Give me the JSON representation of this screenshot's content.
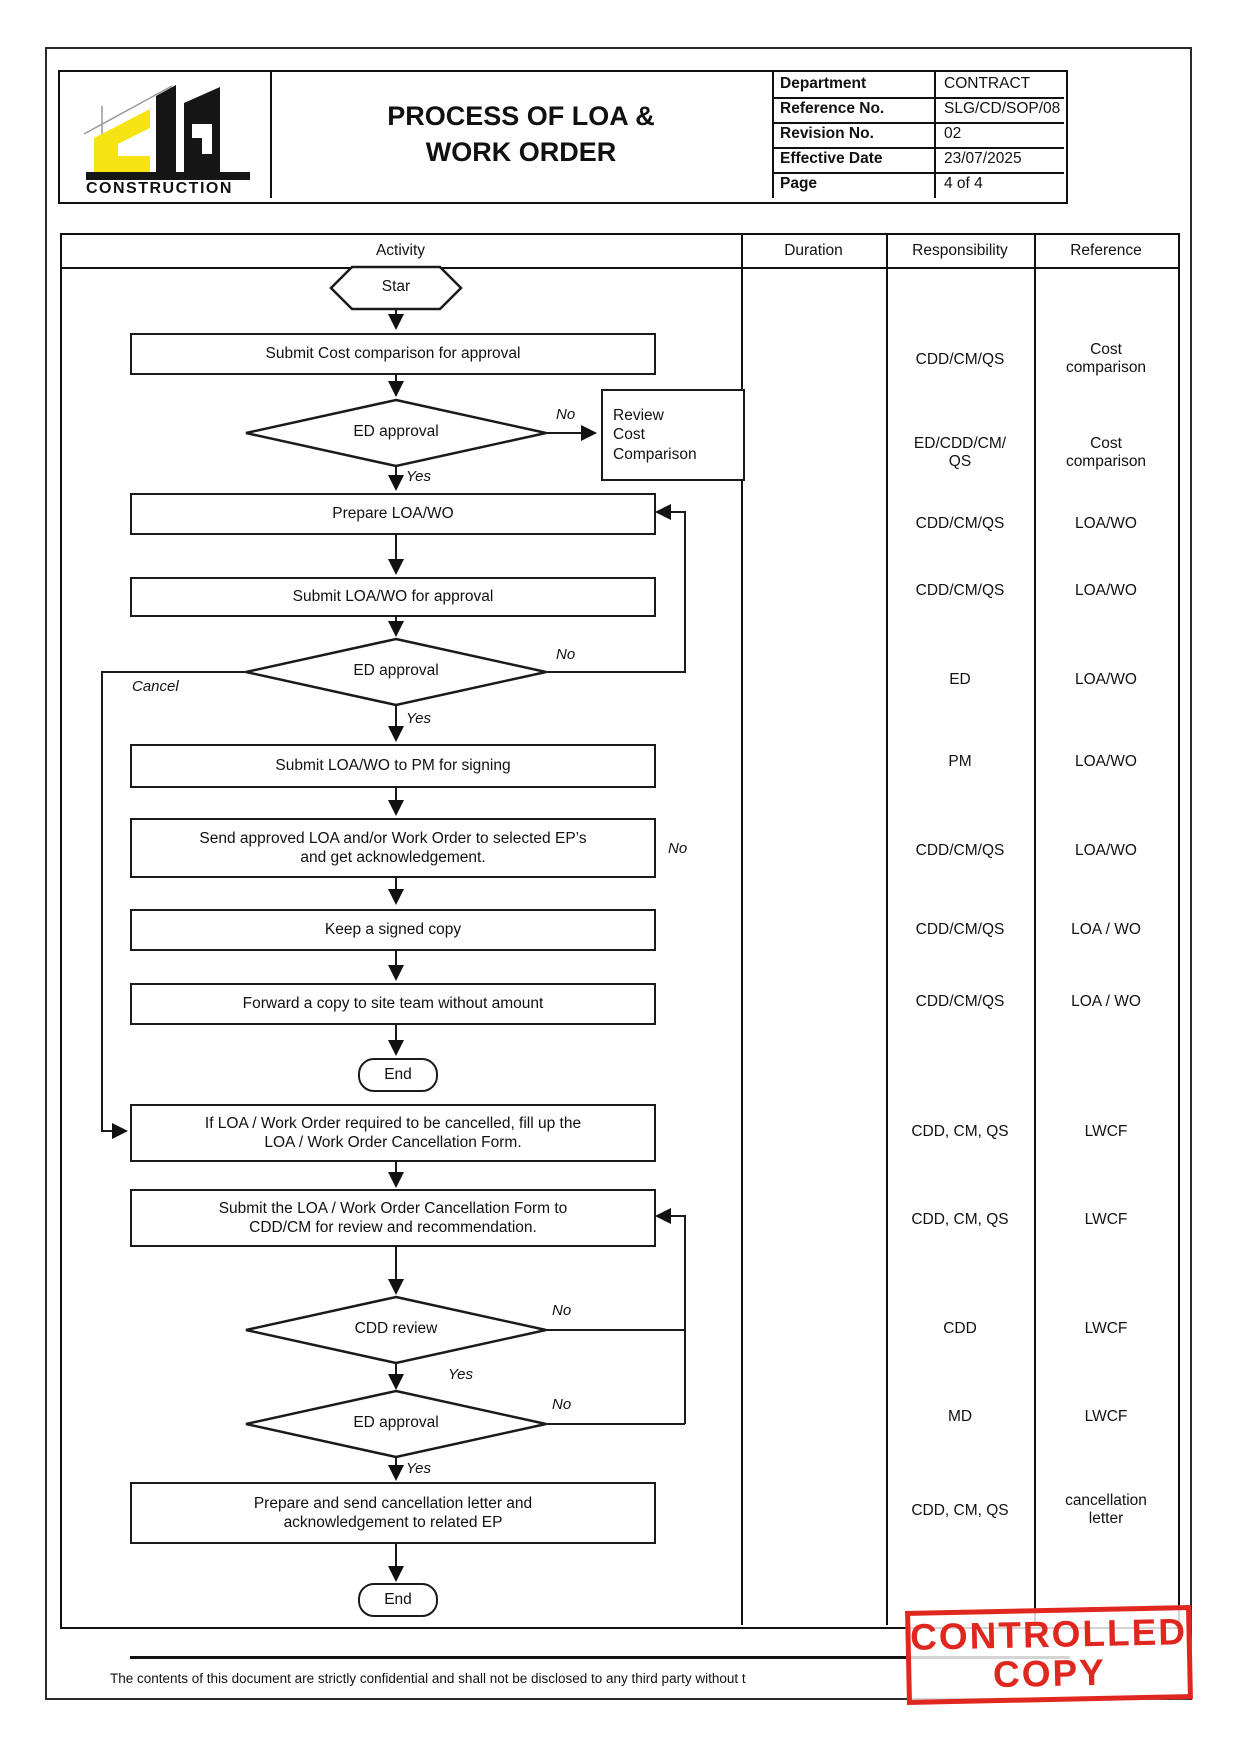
{
  "header": {
    "logo_text": "CONSTRUCTION",
    "title": "PROCESS OF LOA &\nWORK ORDER",
    "info": [
      {
        "label": "Department",
        "value": "CONTRACT"
      },
      {
        "label": "Reference No.",
        "value": "SLG/CD/SOP/08"
      },
      {
        "label": "Revision No.",
        "value": "02"
      },
      {
        "label": "Effective Date",
        "value": "23/07/2025"
      },
      {
        "label": "Page",
        "value": "4 of 4"
      }
    ]
  },
  "columns": {
    "activity": "Activity",
    "duration": "Duration",
    "responsibility": "Responsibility",
    "reference": "Reference"
  },
  "flow": {
    "start": "Star",
    "submit_cost": "Submit Cost comparison for approval",
    "ed_approval_1": "ED approval",
    "review_cost": "Review\nCost\nComparison",
    "prepare_loa": "Prepare LOA/WO",
    "submit_loa": "Submit LOA/WO for approval",
    "ed_approval_2": "ED approval",
    "submit_pm": "Submit LOA/WO to PM for signing",
    "send_approved": "Send approved LOA and/or Work Order to selected EP’s\nand get acknowledgement.",
    "keep_copy": "Keep a signed copy",
    "forward_copy": "Forward a copy to site team without amount",
    "end_1": "End",
    "fill_cancellation": "If LOA / Work Order required to be cancelled, fill up the\nLOA / Work Order Cancellation Form.",
    "submit_cancellation": "Submit the LOA / Work Order Cancellation Form to\nCDD/CM for review and recommendation.",
    "cdd_review": "CDD review",
    "ed_approval_3": "ED approval",
    "prepare_letter": "Prepare and send cancellation letter and\nacknowledgement to related EP",
    "end_2": "End",
    "labels": {
      "yes": "Yes",
      "no": "No",
      "cancel": "Cancel"
    }
  },
  "responsibility": [
    "CDD/CM/QS",
    "ED/CDD/CM/\nQS",
    "CDD/CM/QS",
    "CDD/CM/QS",
    "ED",
    "PM",
    "CDD/CM/QS",
    "CDD/CM/QS",
    "CDD/CM/QS",
    "CDD, CM, QS",
    "CDD, CM, QS",
    "CDD",
    "MD",
    "CDD, CM, QS"
  ],
  "reference": [
    "Cost\ncomparison",
    "Cost\ncomparison",
    "LOA/WO",
    "LOA/WO",
    "LOA/WO",
    "LOA/WO",
    "LOA/WO",
    "LOA / WO",
    "LOA / WO",
    "LWCF",
    "LWCF",
    "LWCF",
    "LWCF",
    "cancellation\nletter"
  ],
  "footer": {
    "note": "The contents of this document are strictly confidential and shall not be disclosed to any third party without t"
  },
  "stamp": {
    "line1": "CONTROLLED",
    "line2": "COPY",
    "color": "#e0271f"
  }
}
